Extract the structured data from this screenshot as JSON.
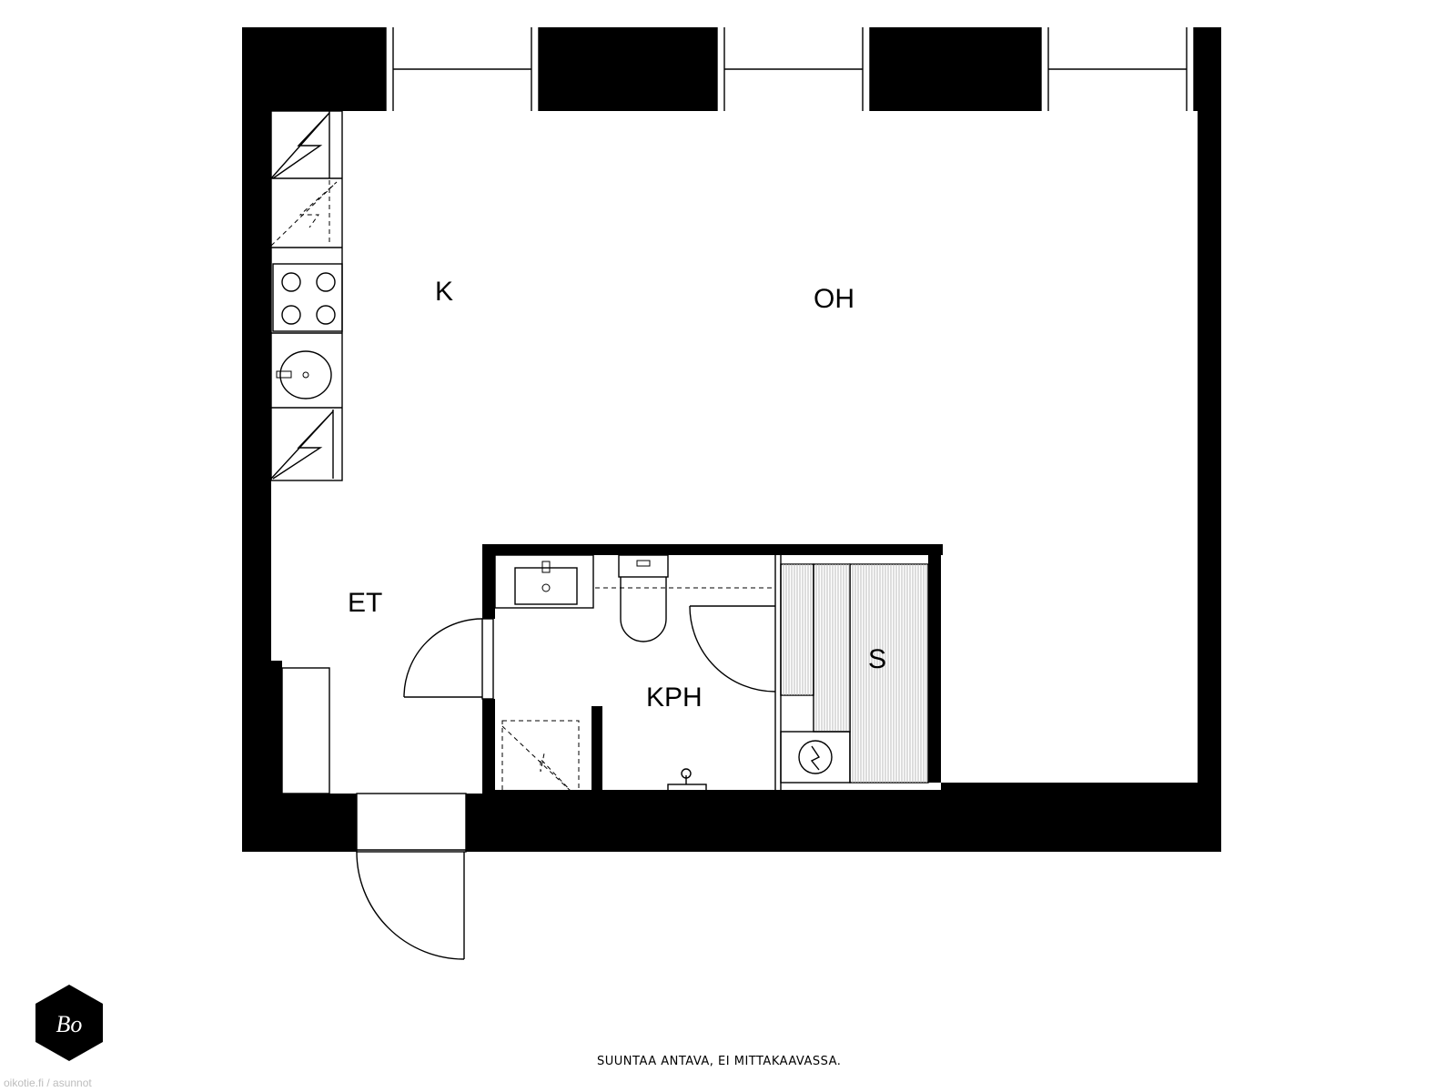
{
  "rooms": {
    "kitchen": "K",
    "living": "OH",
    "hall": "ET",
    "bathroom": "KPH",
    "sauna": "S"
  },
  "caption": "SUUNTAA ANTAVA, EI MITTAKAAVASSA.",
  "source": "oikotie.fi / asunnot",
  "logo": {
    "text": "Bo",
    "icon": "hexagon-logo"
  },
  "colors": {
    "wall": "#000000",
    "background": "#ffffff",
    "bench": "#bbbbbb"
  }
}
